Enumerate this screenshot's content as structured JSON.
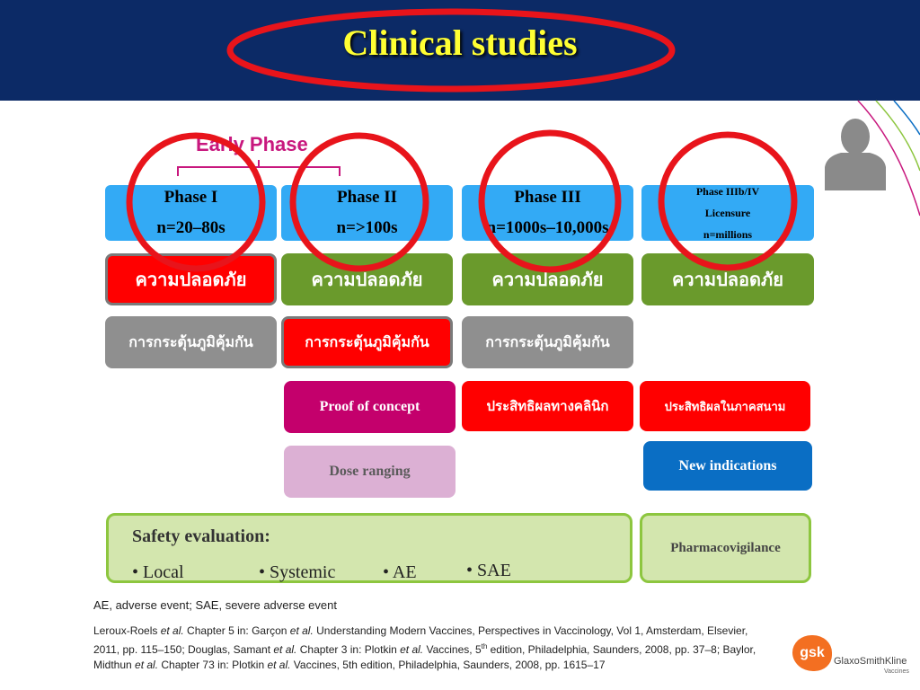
{
  "header": {
    "title": "Clinical studies"
  },
  "early_phase_label": "Early Phase",
  "phases": [
    {
      "name": "Phase I",
      "n": "n=20–80s"
    },
    {
      "name": "Phase II",
      "n": "n=>100s"
    },
    {
      "name": "Phase III",
      "n": "n=1000s–10,000s"
    },
    {
      "name": "Phase IIIb/IV",
      "sub": "Licensure",
      "n": "n=millions"
    }
  ],
  "safety_row": [
    "ความปลอดภัย",
    "ความปลอดภัย",
    "ความปลอดภัย",
    "ความปลอดภัย"
  ],
  "immunogenicity_row": [
    "การกระตุ้นภูมิคุ้มกัน",
    "การกระตุ้นภูมิคุ้มกัน",
    "การกระตุ้นภูมิคุ้มกัน"
  ],
  "proof_of_concept": "Proof of concept",
  "efficacy_clinical": "ประสิทธิผลทางคลินิก",
  "effectiveness_field": "ประสิทธิผลในภาคสนาม",
  "dose_ranging": "Dose ranging",
  "new_indications": "New indications",
  "safety_evaluation": {
    "title": "Safety evaluation:",
    "bullets": [
      "Local",
      "Systemic",
      "AE",
      "SAE"
    ]
  },
  "pharmacovigilance": "Pharmacovigilance",
  "footnote": "AE, adverse event; SAE, severe adverse event",
  "references": {
    "p1": "Leroux-Roels ",
    "etal": "et al.",
    "p2": " Chapter 5 in: Garçon ",
    "p3": " Understanding Modern Vaccines, Perspectives in Vaccinology, Vol 1, Amsterdam, Elsevier, 2011, pp. 115–150; Douglas, Samant ",
    "p4": " Chapter 3 in: Plotkin ",
    "p5": " Vaccines, 5",
    "sup": "th",
    "p6": " edition, Philadelphia, Saunders, 2008, pp. 37–8; Baylor, Midthun ",
    "p7": " Chapter 73 in: Plotkin ",
    "p8": " Vaccines, 5th edition, Philadelphia, Saunders, 2008, pp. 1615–17"
  },
  "logo": {
    "mark": "gsk",
    "name": "GlaxoSmithKline",
    "sub": "Vaccines"
  },
  "colors": {
    "header": "#0c2a66",
    "title": "#ffff33",
    "phase": "#33aaf5",
    "safety_green": "#6a9a2c",
    "highlight_red": "#ff0000",
    "circle_red": "#e8141b"
  }
}
